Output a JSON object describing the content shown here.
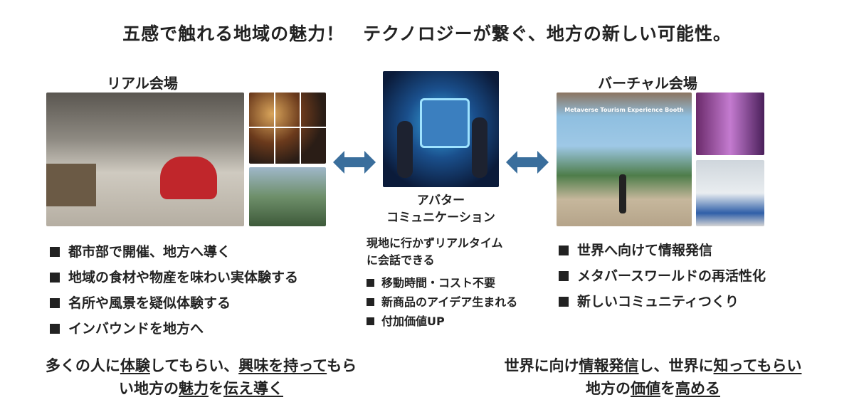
{
  "title": "五感で触れる地域の魅力！　テクノロジーが繋ぐ、地方の新しい可能性。",
  "real": {
    "label": "リアル会場",
    "bullets": [
      "都市部で開催、地方へ導く",
      "地域の食材や物産を味わい実体験する",
      "名所や風景を疑似体験する",
      "インバウンドを地方へ"
    ]
  },
  "center": {
    "label_line1": "アバター",
    "label_line2": "コミュニケーション",
    "desc_line1": "現地に行かずリアルタイム",
    "desc_line2": "に会話できる",
    "bullets": [
      "移動時間・コスト不要",
      "新商品のアイデア生まれる",
      "付加価値UP"
    ]
  },
  "virtual": {
    "label": "バーチャル会場",
    "booth_caption": "Metaverse Tourism Experience Booth",
    "bullets": [
      "世界へ向けて情報発信",
      "メタバースワールドの再活性化",
      "新しいコミュニティつくり"
    ]
  },
  "bottom_left": {
    "l1": [
      "多くの人に",
      "体験",
      "してもらい、",
      "興味を持って",
      "もら"
    ],
    "l2": [
      "い地方の",
      "魅力",
      "を",
      "伝え導く"
    ]
  },
  "bottom_right": {
    "l1": [
      "世界に向け",
      "情報発信",
      "し、世界に",
      "知ってもらい"
    ],
    "l2": [
      "地方の",
      "価値",
      "を",
      "高める"
    ]
  },
  "colors": {
    "arrow": "#3a6e9c",
    "text": "#222222"
  }
}
